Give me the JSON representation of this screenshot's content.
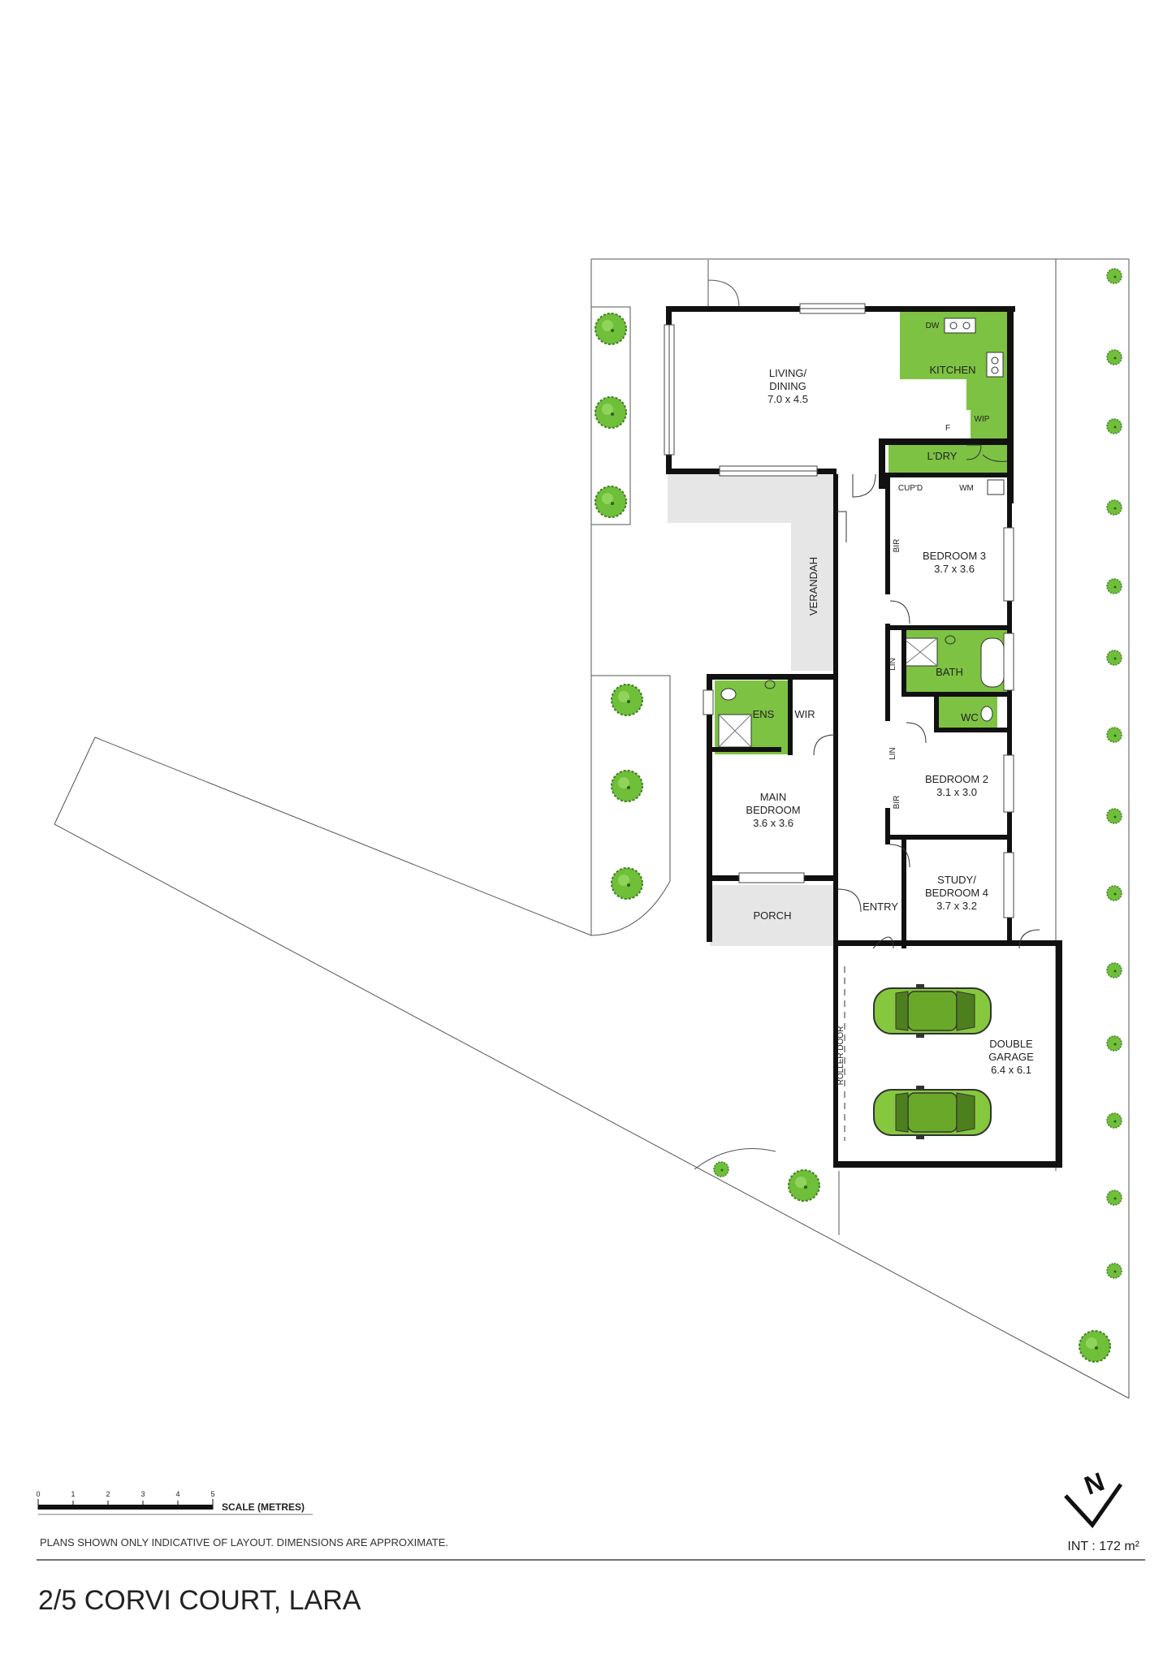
{
  "rooms": {
    "living_name": "LIVING/",
    "living_name2": "DINING",
    "living_dim": "7.0 x 4.5",
    "kitchen": "KITCHEN",
    "dw": "DW",
    "wip": "WIP",
    "fridge": "F",
    "laundry": "L'DRY",
    "cupd": "CUP'D",
    "wm": "WM",
    "bir": "BIR",
    "bed3_name": "BEDROOM 3",
    "bed3_dim": "3.7 x 3.6",
    "verandah": "VERANDAH",
    "lin": "LIN",
    "bath": "BATH",
    "wc": "WC",
    "ens": "ENS",
    "wir": "WIR",
    "bed2_name": "BEDROOM 2",
    "bed2_dim": "3.1 x 3.0",
    "main_name": "MAIN",
    "main_name2": "BEDROOM",
    "main_dim": "3.6 x 3.6",
    "study_name": "STUDY/",
    "study_name2": "BEDROOM 4",
    "study_dim": "3.7 x 3.2",
    "entry": "ENTRY",
    "porch": "PORCH",
    "roller_door": "ROLLER DOOR",
    "garage_name": "DOUBLE",
    "garage_name2": "GARAGE",
    "garage_dim": "6.4 x 6.1"
  },
  "scale": {
    "ticks": [
      "0",
      "1",
      "2",
      "3",
      "4",
      "5"
    ],
    "caption": "SCALE (METRES)"
  },
  "compass": {
    "letter": "N"
  },
  "disclaimer": "PLANS SHOWN ONLY INDICATIVE OF LAYOUT. DIMENSIONS ARE APPROXIMATE.",
  "area": "INT :  172 m²",
  "address": "2/5 CORVI COURT, LARA",
  "colors": {
    "wet_area": "#7dc242",
    "paving": "#e6e6e6",
    "wall": "#111111",
    "tree": "#7dc242"
  }
}
